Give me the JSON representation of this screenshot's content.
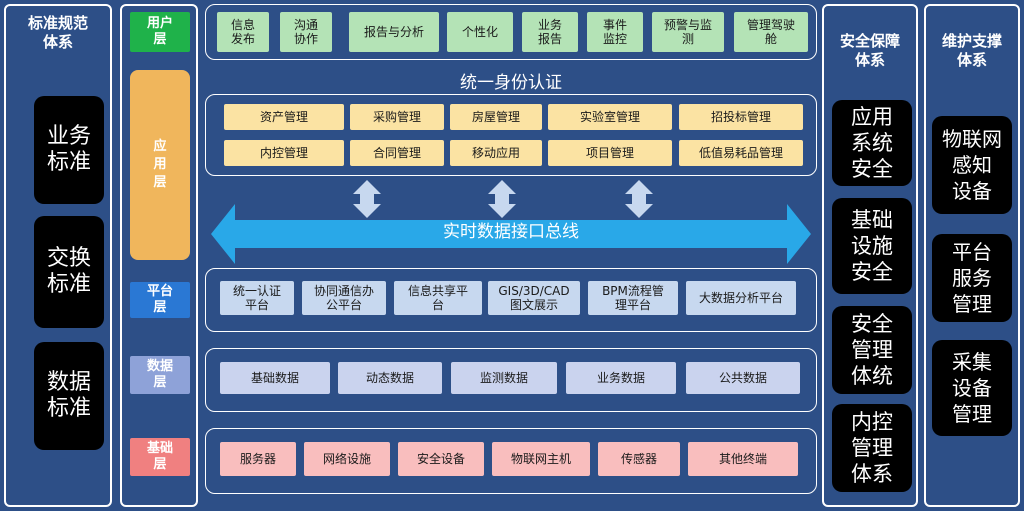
{
  "left_column": {
    "title_line1": "标准规范",
    "title_line2": "体系",
    "items": [
      "业务\n标准",
      "交换\n标准",
      "数据\n标准"
    ]
  },
  "layers": {
    "user": "用户\n层",
    "app": "应\n用\n层",
    "platform": "平台\n层",
    "data": "数据\n层",
    "base": "基础\n层"
  },
  "user_layer": [
    "信息\n发布",
    "沟通\n协作",
    "报告与分析",
    "个性化",
    "业务\n报告",
    "事件\n监控",
    "预警与监\n测",
    "管理驾驶\n舱"
  ],
  "auth_title": "统一身份认证",
  "app_layer": {
    "row1": [
      "资产管理",
      "采购管理",
      "房屋管理",
      "实验室管理",
      "招投标管理"
    ],
    "row2": [
      "内控管理",
      "合同管理",
      "移动应用",
      "项目管理",
      "低值易耗品管理"
    ]
  },
  "bus_label": "实时数据接口总线",
  "platform_layer": [
    "统一认证\n平台",
    "协同通信办\n公平台",
    "信息共享平\n台",
    "GIS/3D/CAD\n图文展示",
    "BPM流程管\n理平台",
    "大数据分析平台"
  ],
  "data_layer": [
    "基础数据",
    "动态数据",
    "监测数据",
    "业务数据",
    "公共数据"
  ],
  "base_layer": [
    "服务器",
    "网络设施",
    "安全设备",
    "物联网主机",
    "传感器",
    "其他终端"
  ],
  "security_column": {
    "title_line1": "安全保障",
    "title_line2": "体系",
    "items": [
      "应用\n系统\n安全",
      "基础\n设施\n安全",
      "安全\n管理\n体统",
      "内控\n管理\n体系"
    ]
  },
  "maintenance_column": {
    "title_line1": "维护支撑",
    "title_line2": "体系",
    "items": [
      "物联网\n感知\n设备",
      "平台\n服务\n管理",
      "采集\n设备\n管理"
    ]
  },
  "colors": {
    "background": "#2d4f87",
    "bus_arrow": "#29a8e8",
    "user_tag": "#1fb24a",
    "app_tag": "#f0b65c",
    "platform_tag": "#2a78d4",
    "data_tag": "#8ea2d8",
    "base_tag": "#f08080"
  }
}
